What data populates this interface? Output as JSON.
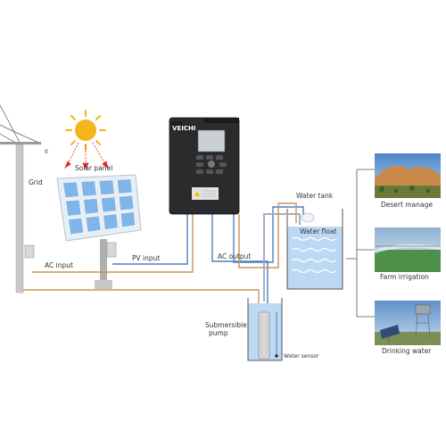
{
  "labels": {
    "solar_panel": "Solar panel",
    "grid": "Grid",
    "ac_input": "AC input",
    "pv_input": "PV input",
    "ac_output": "AC output",
    "water_tank": "Water tank",
    "water_float": "Water float",
    "submersible_pump_line1": "Submersible",
    "submersible_pump_line2": "pump",
    "water_sensor": "Water sensor",
    "grid_mark": "0",
    "inverter_brand": "VEICHI"
  },
  "applications": [
    {
      "label": "Desert manage",
      "icon": "desert-photo"
    },
    {
      "label": "Farm irrigation",
      "icon": "irrigation-photo"
    },
    {
      "label": "Drinking water",
      "icon": "water-tower-photo"
    }
  ],
  "colors": {
    "wire_orange": "#c8935a",
    "wire_blue": "#4f7fc0",
    "water": "#bcd8f3",
    "inverter": "#2a2b2d",
    "panel_cell": "#7fb5e8",
    "sun": "#f3b51a"
  }
}
